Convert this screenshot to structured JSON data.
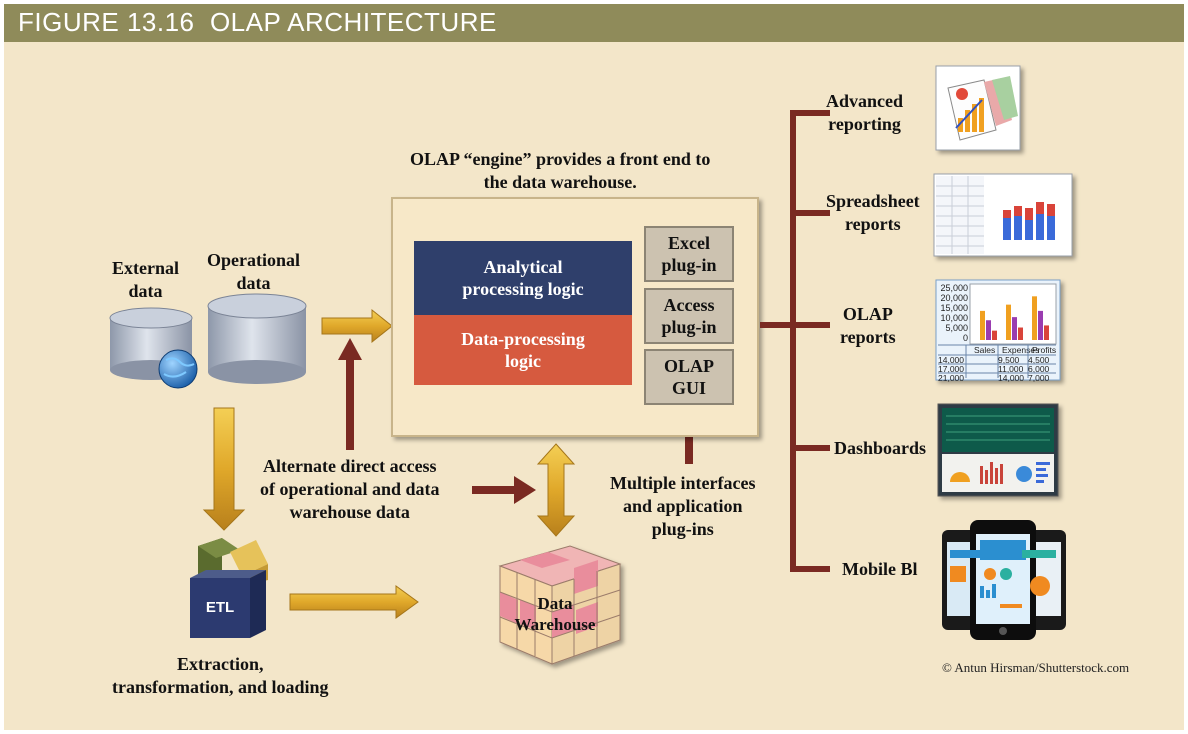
{
  "figure_title": "FIGURE 13.16  OLAP ARCHITECTURE",
  "sources": {
    "external": "External\ndata",
    "operational": "Operational\ndata"
  },
  "engine": {
    "caption": "OLAP “engine” provides a front end to\nthe data warehouse.",
    "analytical": "Analytical\nprocessing logic",
    "data_processing": "Data-processing\nlogic",
    "plugins": [
      "Excel\nplug-in",
      "Access\nplug-in",
      "OLAP\nGUI"
    ]
  },
  "etl": {
    "box_label": "ETL",
    "caption": "Extraction,\ntransformation, and loading"
  },
  "warehouse": "Data\nWarehouse",
  "alternate_access": "Alternate direct access\nof operational and data\nwarehouse data",
  "interfaces": "Multiple interfaces\nand application\nplug-ins",
  "outputs": [
    "Advanced\nreporting",
    "Spreadsheet\nreports",
    "OLAP\nreports",
    "Dashboards",
    "Mobile Bl"
  ],
  "olap_table": {
    "headers": [
      "Sales",
      "Expenses",
      "Profits"
    ],
    "rows": [
      [
        "14,000",
        "9,500",
        "4,500"
      ],
      [
        "17,000",
        "11,000",
        "6,000"
      ],
      [
        "21,000",
        "14,000",
        "7,000"
      ]
    ],
    "y_ticks": [
      "25,000",
      "20,000",
      "15,000",
      "10,000",
      "5,000",
      "0"
    ]
  },
  "credit": "© Antun Hirsman/Shutterstock.com",
  "colors": {
    "background": "#f3e6c9",
    "header": "#8f8b5a",
    "analytical": "#2f3f6b",
    "data_processing": "#d65a3f",
    "plugin": "#ccc2b0",
    "arrow_gold": "#e0a82a",
    "arrow_dark": "#7a2a22"
  }
}
